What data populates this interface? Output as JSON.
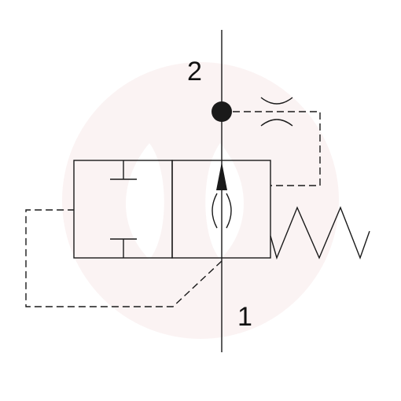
{
  "ports": {
    "outlet": "2",
    "inlet": "1"
  },
  "colors": {
    "line": "#1a1a1a",
    "watermark": "#f7eaea"
  },
  "icons": [
    "valve-symbol",
    "spring-icon",
    "orifice-icon",
    "pilot-line",
    "junction-dot",
    "watermark-logo"
  ]
}
